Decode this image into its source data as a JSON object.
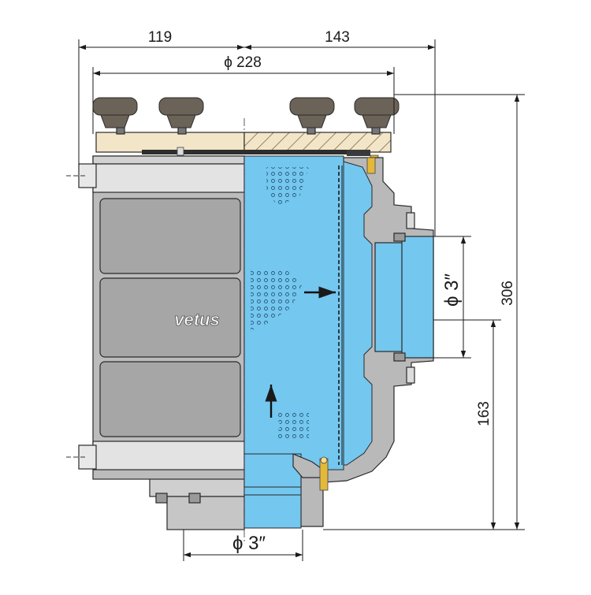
{
  "dimensions": {
    "top_left_width": "119",
    "top_right_width": "143",
    "flange_diameter": "ϕ 228",
    "height_total": "306",
    "height_outlet": "163",
    "outlet_diameter": "ϕ 3″",
    "inlet_diameter": "ϕ 3″"
  },
  "brand": "vetus",
  "colors": {
    "water": "#74c7ef",
    "water_light": "#a9dcf5",
    "housing": "#bdbdbd",
    "housing_dark": "#8f8f8f",
    "panel": "#a8a8a8",
    "lid": "#f3e6c8",
    "knob": "#6b6258",
    "section": "#b9b9b9",
    "brass": "#e4b93a"
  }
}
